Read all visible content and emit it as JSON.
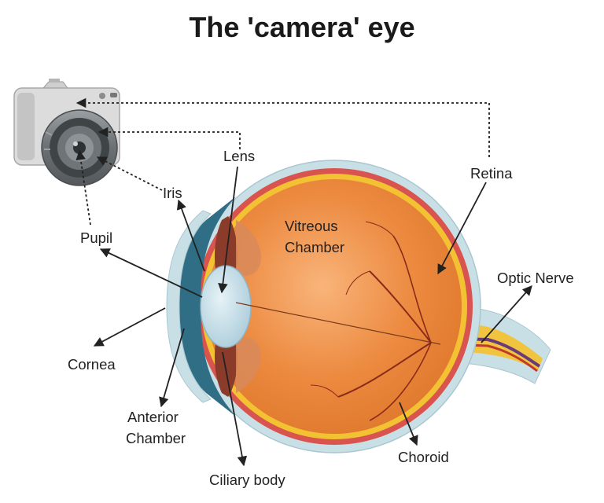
{
  "title": "The 'camera' eye",
  "labels": {
    "lens": "Lens",
    "retina": "Retina",
    "iris": "Iris",
    "pupil": "Pupil",
    "vitreous": "Vitreous",
    "chamber": "Chamber",
    "optic_nerve": "Optic Nerve",
    "cornea": "Cornea",
    "anterior": "Anterior",
    "anterior_chamber": "Chamber",
    "choroid": "Choroid",
    "ciliary_body": "Ciliary body"
  },
  "colors": {
    "sclera": "#c9dfe6",
    "choroid": "#d9534f",
    "retina": "#f2c232",
    "vitreous": "#e8843a",
    "vitreous_light": "#f7a666",
    "lens": "#bcd9e6",
    "cornea": "#2f6e85",
    "nerve": "#f1c43f",
    "vessel": "#8a2a1a",
    "camera_body": "#d8d8d8",
    "camera_dark": "#5e6366"
  },
  "icons": {
    "camera": "camera-icon"
  }
}
